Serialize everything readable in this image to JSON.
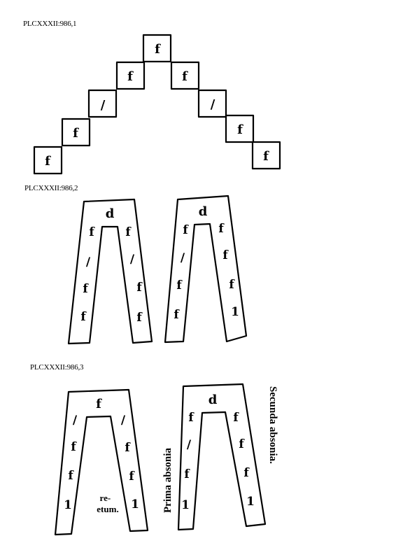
{
  "figures": [
    {
      "label": "PLCXXXII:986,1",
      "symbols": [
        "f",
        "f",
        "f",
        "/",
        "/",
        "f",
        "f",
        "f",
        "f"
      ]
    },
    {
      "label": "PLCXXXII:986,2",
      "left_shape": {
        "top": "d",
        "left_leg": [
          "f",
          "/",
          "f",
          "f"
        ],
        "right_leg": [
          "f",
          "/",
          "f",
          "f"
        ]
      },
      "right_shape": {
        "top": "d",
        "left_leg": [
          "f",
          "/",
          "f",
          "f"
        ],
        "right_leg": [
          "f",
          "f",
          "f",
          "1"
        ]
      }
    },
    {
      "label": "PLCXXXII:986,3",
      "left_shape": {
        "top": "f",
        "left_leg": [
          "/",
          "f",
          "f",
          "1"
        ],
        "right_leg": [
          "/",
          "f",
          "f",
          "1"
        ],
        "note": "re-\netum."
      },
      "right_shape": {
        "top": "d",
        "left_leg": [
          "f",
          "/",
          "f",
          "1"
        ],
        "right_leg": [
          "f",
          "f",
          "f",
          "1"
        ]
      },
      "side_left": "Prima absonia",
      "side_right": "Secunda absonia."
    }
  ]
}
